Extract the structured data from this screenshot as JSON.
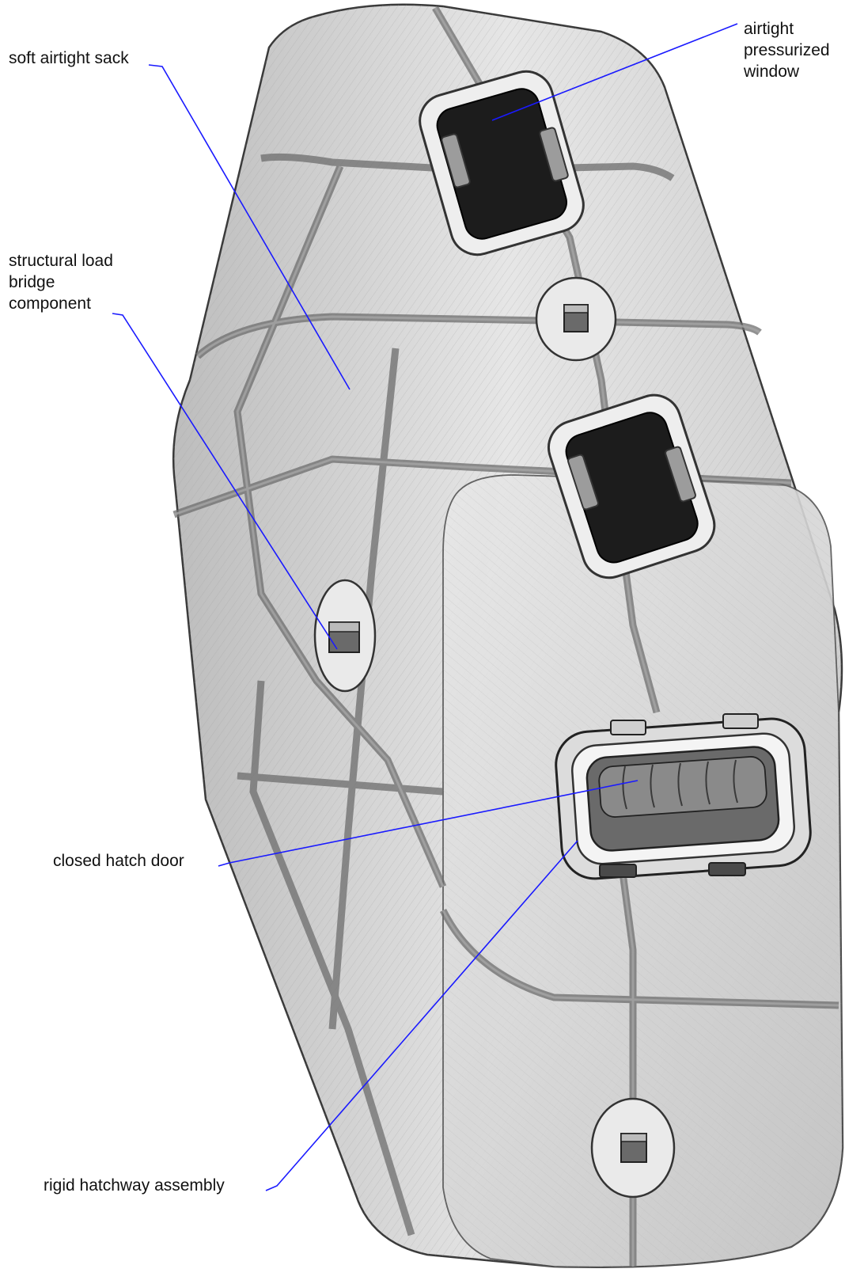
{
  "diagram": {
    "labels": {
      "soft_airtight_sack": "soft airtight sack",
      "airtight_pressurized_window": [
        "airtight",
        "pressurized",
        "window"
      ],
      "structural_load_bridge": [
        "structural load",
        "bridge",
        "component"
      ],
      "closed_hatch_door": "closed hatch door",
      "rigid_hatchway_assembly": "rigid hatchway assembly"
    },
    "colors": {
      "leader_line": "#1a1aff",
      "sketch_stroke": "#3a3a3a",
      "sketch_fill": "#d8d8d8",
      "window_fill": "#1c1c1c"
    }
  }
}
